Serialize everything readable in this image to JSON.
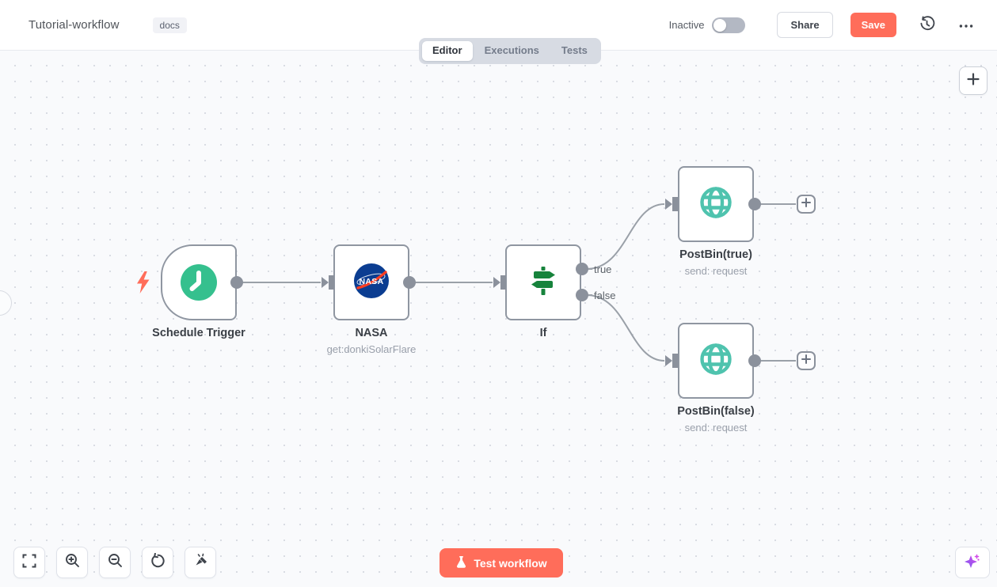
{
  "header": {
    "title": "Tutorial-workflow",
    "tag": "docs",
    "status": {
      "label": "Inactive",
      "active": false
    },
    "buttons": {
      "share": "Share",
      "save": "Save"
    },
    "icons": {
      "history": "history-icon",
      "more": "more-options-icon"
    }
  },
  "tabs": {
    "items": [
      {
        "label": "Editor",
        "active": true
      },
      {
        "label": "Executions",
        "active": false
      },
      {
        "label": "Tests",
        "active": false
      }
    ]
  },
  "canvas": {
    "nodes": [
      {
        "id": "schedule-trigger",
        "label": "Schedule Trigger",
        "subtitle": "",
        "icon": "clock-icon"
      },
      {
        "id": "nasa",
        "label": "NASA",
        "subtitle": "get:donkiSolarFlare",
        "icon": "nasa-logo-icon"
      },
      {
        "id": "if",
        "label": "If",
        "subtitle": "",
        "icon": "signpost-icon"
      },
      {
        "id": "postbin-true",
        "label": "PostBin(true)",
        "subtitle": "send: request",
        "icon": "globe-icon"
      },
      {
        "id": "postbin-false",
        "label": "PostBin(false)",
        "subtitle": "send: request",
        "icon": "globe-icon"
      }
    ],
    "branch_labels": {
      "true_output": "true",
      "false_output": "false"
    },
    "icons": {
      "trigger_bolt": "lightning-bolt-icon",
      "add_after": "plus-icon"
    }
  },
  "controls": {
    "icons": [
      "fit-view-icon",
      "zoom-in-icon",
      "zoom-out-icon",
      "reset-zoom-icon",
      "tidy-up-icon",
      "ai-sparkle-icon",
      "add-node-icon"
    ]
  },
  "footer": {
    "test_button": "Test workflow"
  },
  "colors": {
    "accent": "#ff6d5a",
    "node_border": "#8f96a1",
    "port_gray": "#8b919c",
    "if_green": "#17833c",
    "clock_teal": "#35c08e",
    "globe_teal": "#4fc3ae",
    "nasa_blue": "#0b3d91",
    "nasa_red": "#fc3d21",
    "ai_purple": "#9e6bf2",
    "canvas_bg": "#f9fafc"
  }
}
